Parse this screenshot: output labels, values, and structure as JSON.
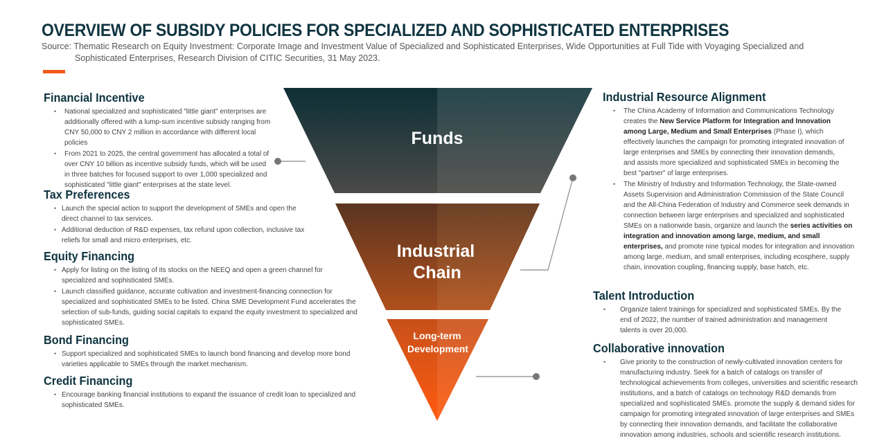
{
  "header": {
    "title": "OVERVIEW OF SUBSIDY POLICIES FOR SPECIALIZED AND SOPHISTICATED ENTERPRISES",
    "source_line1": "Source: Thematic Research on Equity Investment: Corporate Image and Investment Value of Specialized and Sophisticated Enterprises, Wide Opportunities at Full Tide with Voyaging Specialized and",
    "source_line2": "Sophisticated Enterprises, Research Division of CITIC Securities, 31 May 2023."
  },
  "funnel": {
    "funds": "Funds",
    "industrial_chain_line1": "Industrial",
    "industrial_chain_line2": "Chain",
    "long_term_line1": "Long-term",
    "long_term_line2": "Development"
  },
  "left": {
    "financial_incentive": {
      "title": "Financial Incentive",
      "items": [
        "National specialized and sophisticated \"little giant\" enterprises are additionally offered with a lump-sum incentive subsidy ranging from CNY 50,000 to CNY 2 million in accordance with different local policies",
        "From 2021 to 2025, the central government has allocated a total of over CNY 10 billion as incentive subsidy funds, which will be used in three batches for focused support to over 1,000 specialized and sophisticated \"little giant\" enterprises at the state level."
      ]
    },
    "tax_preferences": {
      "title": "Tax Preferences",
      "items": [
        "Launch the special action to support the development of SMEs and open the direct channel to tax services.",
        "Additional deduction of R&D expenses, tax refund upon collection, inclusive tax reliefs for small and micro enterprises, etc."
      ]
    },
    "equity_financing": {
      "title": "Equity Financing",
      "items": [
        "Apply for listing on the listing of its stocks on the NEEQ and open a green channel for specialized and sophisticated SMEs.",
        "Launch classified guidance, accurate cultivation and investment-financing connection for specialized and sophisticated SMEs to be listed. China SME Development Fund accelerates the selection of sub-funds, guiding social capitals to expand the equity investment to specialized and sophisticated SMEs."
      ]
    },
    "bond_financing": {
      "title": "Bond Financing",
      "items": [
        "Support specialized and sophisticated SMEs to launch bond financing and develop more bond varieties applicable to SMEs through the market mechanism."
      ]
    },
    "credit_financing": {
      "title": "Credit Financing",
      "items": [
        "Encourage banking financial institutions to expand the issuance of credit loan to specialized and sophisticated SMEs."
      ]
    }
  },
  "right": {
    "industrial_resource_alignment": {
      "title": "Industrial Resource Alignment",
      "item1_a": "The China Academy of Information and Communications Technology creates the ",
      "item1_b": "New Service Platform for Integration and Innovation among Large, Medium and Small Enterprises",
      "item1_c": " (Phase I), which effectively launches the campaign for promoting integrated innovation of large enterprises and SMEs by connecting their innovation demands, and assists more specialized and sophisticated SMEs in becoming the best \"partner\" of large enterprises.",
      "item2_a": "The Ministry of Industry and Information Technology, the State-owned Assets Supervision and Administration Commission of the State Council and the All-China Federation of Industry and Commerce seek demands in connection between large enterprises and specialized and sophisticated SMEs on a nationwide basis, organize and launch the ",
      "item2_b": "series activities on integration and innovation among large, medium, and small enterprises,",
      "item2_c": " and promote nine typical modes for integration and innovation among large, medium, and small enterprises, including ecosphere, supply chain, innovation coupling, financing supply, base hatch, etc."
    },
    "talent_introduction": {
      "title": "Talent Introduction",
      "items": [
        "Organize talent trainings for specialized and sophisticated SMEs. By the end of 2022, the number of trained administration and management talents is over 20,000."
      ]
    },
    "collaborative_innovation": {
      "title": "Collaborative innovation",
      "items": [
        "Give priority to the construction of newly-cultivated innovation centers for manufacturing industry. Seek for a batch of catalogs on transfer of technological achievements from colleges, universities and scientific research institutions, and a batch of catalogs on technology R&D demands from specialized and sophisticated SMEs. promote the supply & demand sides for campaign for promoting integrated innovation of large enterprises and SMEs by connecting their innovation demands, and facilitate the collaborative innovation among industries, schools and scientific research institutions."
      ]
    }
  },
  "colors": {
    "title": "#0f3440",
    "accent": "#f05a1a",
    "funds": "#123a42",
    "chain": "#7a3f1c",
    "development": "#e8611e"
  }
}
